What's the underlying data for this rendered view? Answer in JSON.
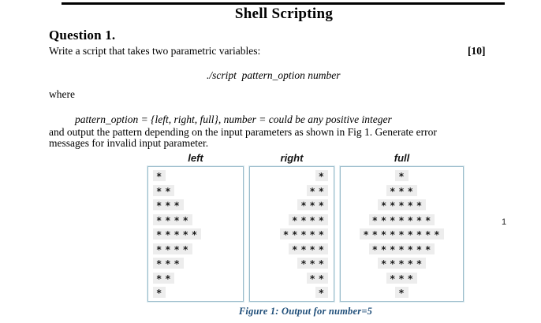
{
  "page": {
    "title": "Shell Scripting",
    "page_number": "1"
  },
  "question": {
    "heading": "Question 1.",
    "prompt": "Write a script that takes two parametric variables:",
    "marks": "[10]",
    "command": "./script  pattern_option number",
    "where_label": "where",
    "definition": "pattern_option = {left, right, full}, number = could be any positive integer",
    "body_line1": "and output the pattern depending on the input parameters as shown in Fig 1. Generate error",
    "body_line2": "messages for invalid input parameter."
  },
  "figure": {
    "caption": "Figure 1: Output for number=5",
    "boxes": [
      {
        "label": "left",
        "align": "left",
        "rows": [
          "*",
          "**",
          "***",
          "****",
          "*****",
          "****",
          "***",
          "**",
          "*"
        ]
      },
      {
        "label": "right",
        "align": "right",
        "rows": [
          "*",
          "**",
          "***",
          "****",
          "*****",
          "****",
          "***",
          "**",
          "*"
        ]
      },
      {
        "label": "full",
        "align": "center",
        "rows": [
          "*",
          "***",
          "*****",
          "*******",
          "*********",
          "*******",
          "*****",
          "***",
          "*"
        ]
      }
    ]
  },
  "colors": {
    "box_border": "#9bbccb",
    "box_border_light": "#dcebf0",
    "caption": "#1f4e79",
    "highlight": "#ededed",
    "rule": "#000000"
  }
}
